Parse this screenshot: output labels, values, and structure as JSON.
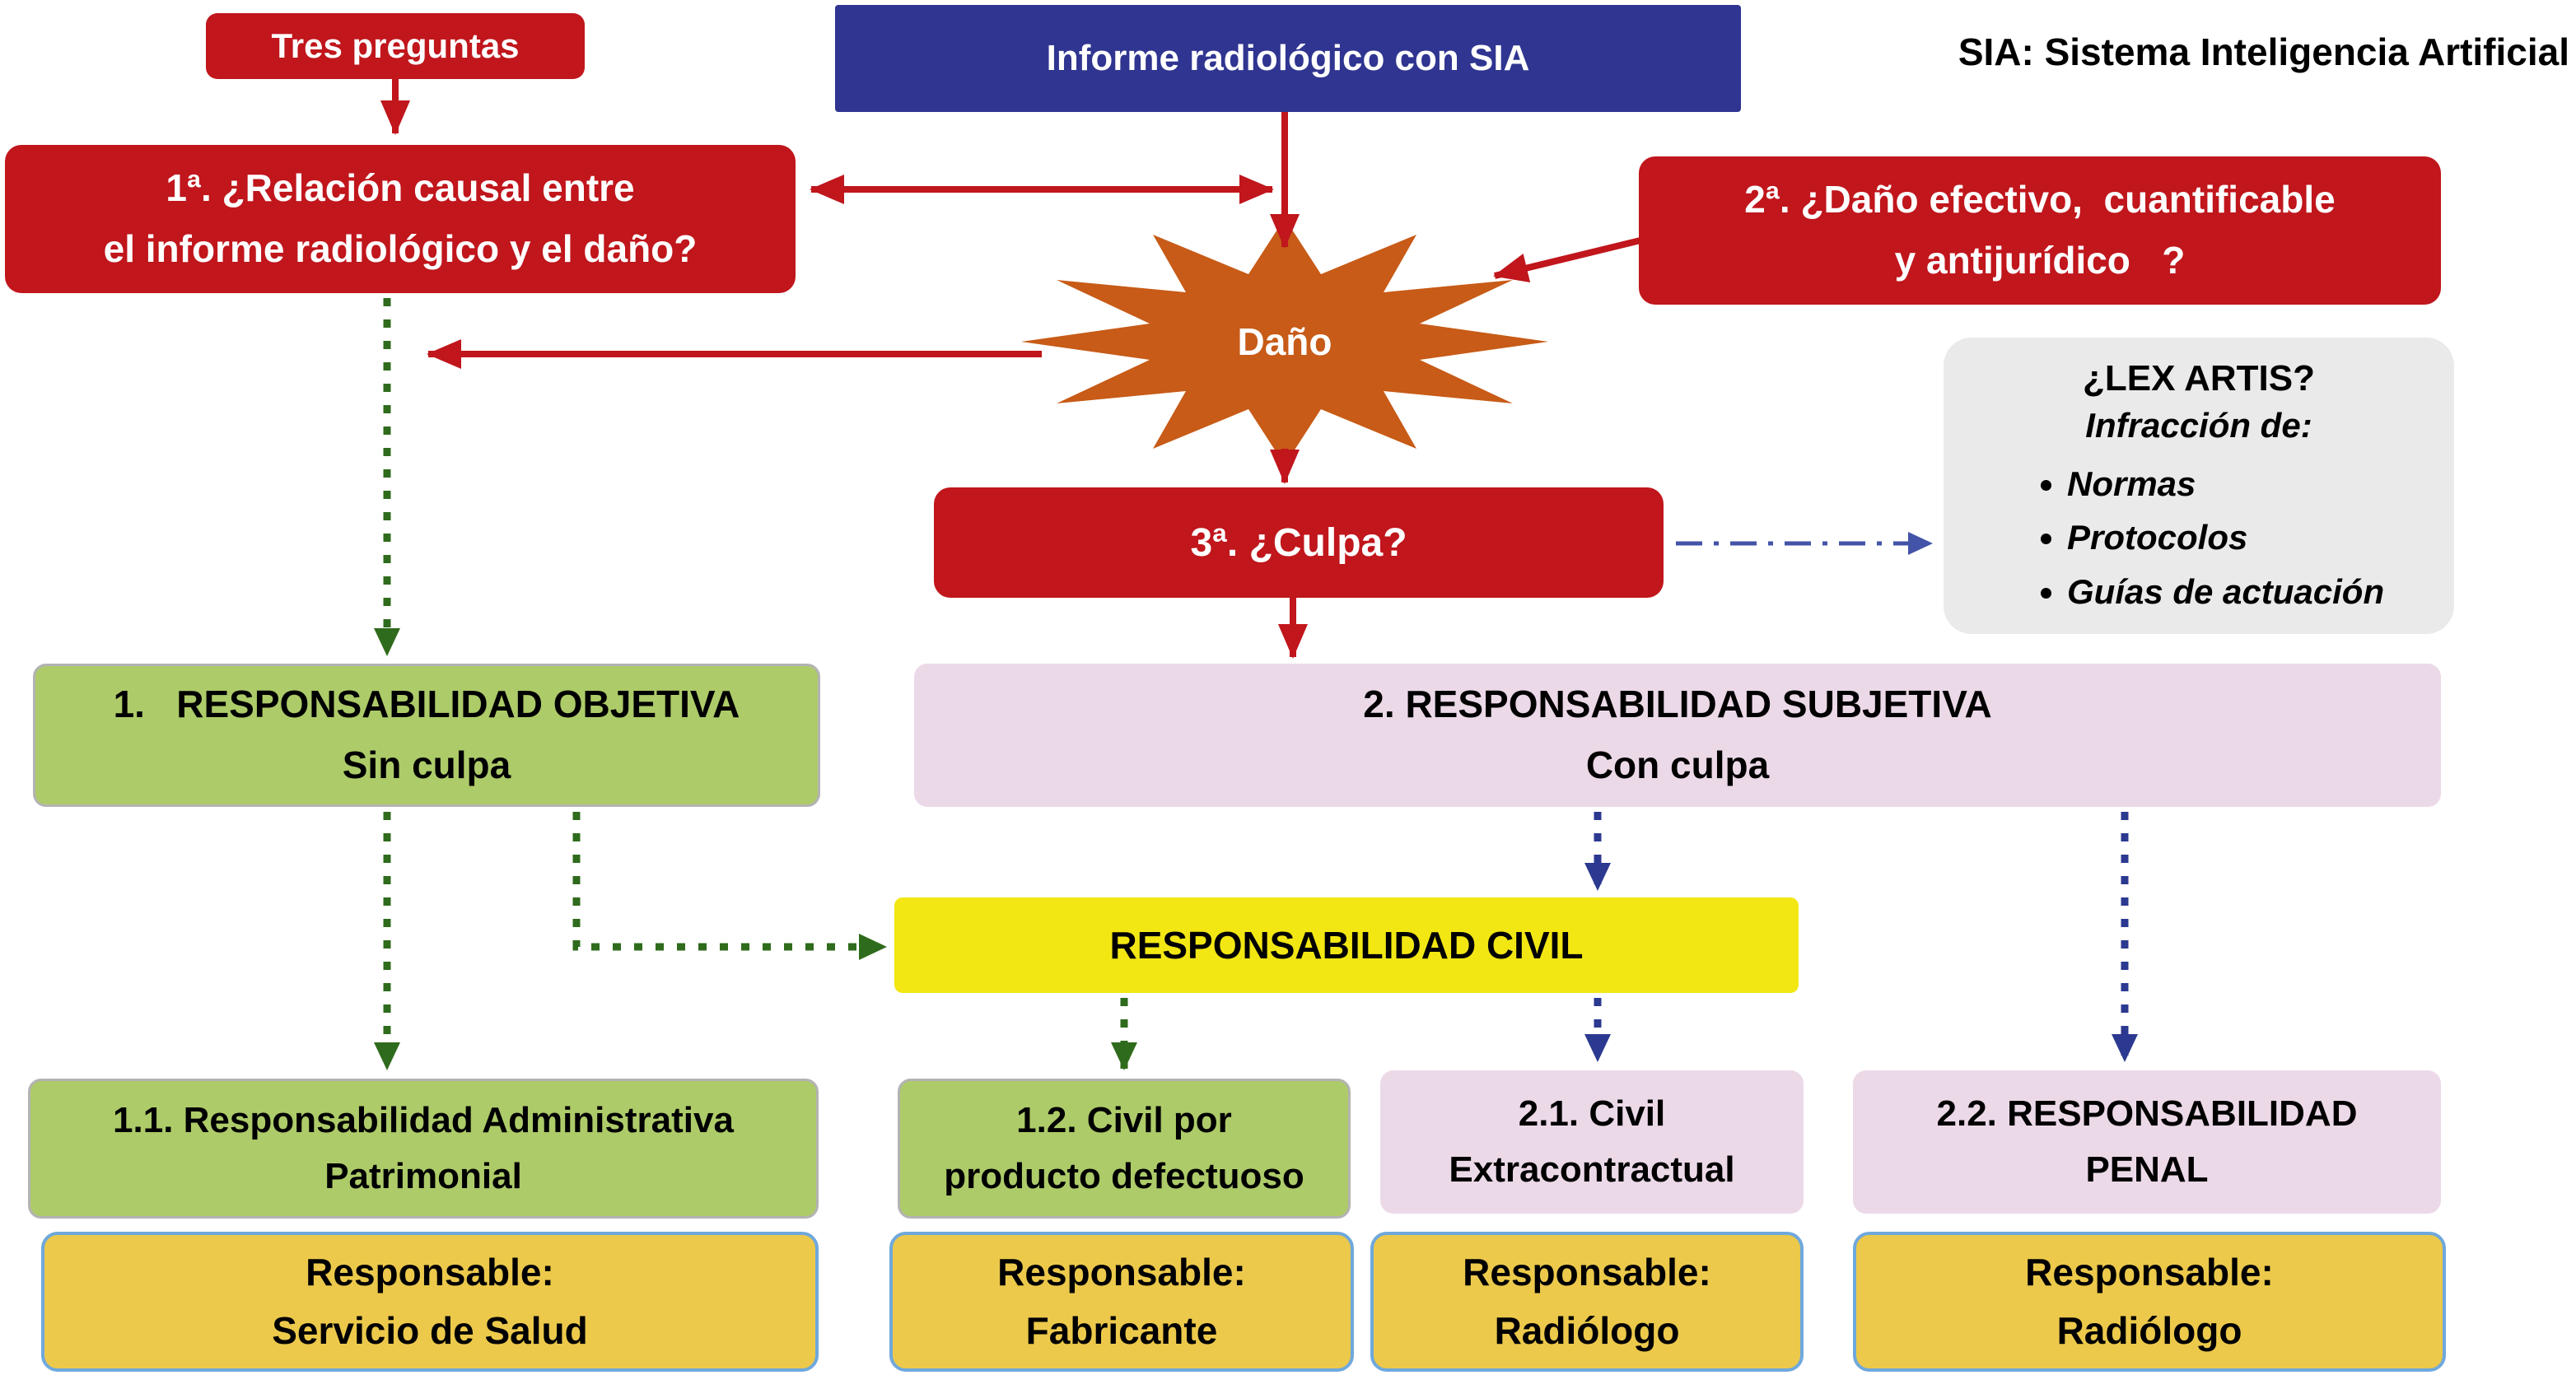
{
  "colors": {
    "red_box": "#c0161c",
    "navy_box": "#2f3590",
    "starburst_orange": "#c75b17",
    "green_box": "#adcb69",
    "pink_box": "#ecd9e8",
    "yellow_box": "#f2e713",
    "gold_box": "#ecc94b",
    "gold_border_blue": "#6fa8dc",
    "gray_box": "#eaeaea",
    "green_arrow": "#2f6b1c",
    "blue_arrow": "#2b3990",
    "dashdot_blue": "#4353a8"
  },
  "header": {
    "tres_preguntas": "Tres preguntas",
    "informe": "Informe radiológico con SIA",
    "sia_note": "SIA: Sistema Inteligencia Artificial"
  },
  "questions": {
    "q1": {
      "lines": [
        "1ª. ¿Relación causal entre",
        "el informe radiológico y el daño?"
      ]
    },
    "q2": {
      "lines": [
        "2ª. ¿Daño efectivo,  cuantificable",
        "y antijurídico   ?"
      ]
    },
    "q3": {
      "label": "3ª. ¿Culpa?"
    }
  },
  "dano": {
    "label": "Daño"
  },
  "lex_artis": {
    "title": "¿LEX ARTIS?",
    "subtitle": "Infracción de:",
    "items": [
      "Normas",
      "Protocolos",
      "Guías de actuación"
    ]
  },
  "branches": {
    "objetiva": {
      "lines": [
        "1.   RESPONSABILIDAD OBJETIVA",
        "Sin culpa"
      ]
    },
    "subjetiva": {
      "lines": [
        "2. RESPONSABILIDAD SUBJETIVA",
        "Con culpa"
      ]
    },
    "civil": {
      "label": "RESPONSABILIDAD CIVIL"
    },
    "admin": {
      "lines": [
        "1.1. Responsabilidad Administrativa",
        "Patrimonial"
      ]
    },
    "producto": {
      "lines": [
        "1.2. Civil por",
        "producto defectuoso"
      ]
    },
    "extracontractual": {
      "lines": [
        "2.1. Civil",
        "Extracontractual"
      ]
    },
    "penal": {
      "lines": [
        "2.2. RESPONSABILIDAD",
        "PENAL"
      ]
    }
  },
  "responsables": [
    {
      "title": "Responsable:",
      "value": "Servicio de Salud"
    },
    {
      "title": "Responsable:",
      "value": "Fabricante"
    },
    {
      "title": "Responsable:",
      "value": "Radiólogo"
    },
    {
      "title": "Responsable:",
      "value": "Radiólogo"
    }
  ]
}
